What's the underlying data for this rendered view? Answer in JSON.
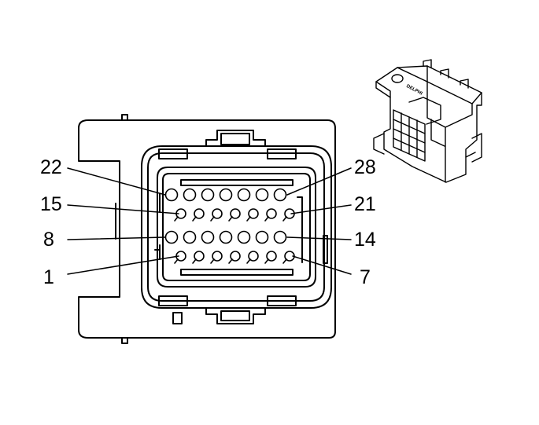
{
  "diagram": {
    "pin_labels": {
      "top_left": "22",
      "second_left": "15",
      "third_left": "8",
      "bottom_left": "1",
      "top_right": "28",
      "second_right": "21",
      "third_right": "14",
      "bottom_right": "7"
    },
    "cavity_rows": [
      {
        "first_pin": 22,
        "last_pin": 28,
        "count": 7,
        "style": "round"
      },
      {
        "first_pin": 15,
        "last_pin": 21,
        "count": 7,
        "style": "keyed"
      },
      {
        "first_pin": 8,
        "last_pin": 14,
        "count": 7,
        "style": "round"
      },
      {
        "first_pin": 1,
        "last_pin": 7,
        "count": 7,
        "style": "keyed"
      }
    ],
    "inset": {
      "brand_text": "DELPHI"
    },
    "colors": {
      "line": "#000000",
      "background": "#ffffff"
    }
  }
}
